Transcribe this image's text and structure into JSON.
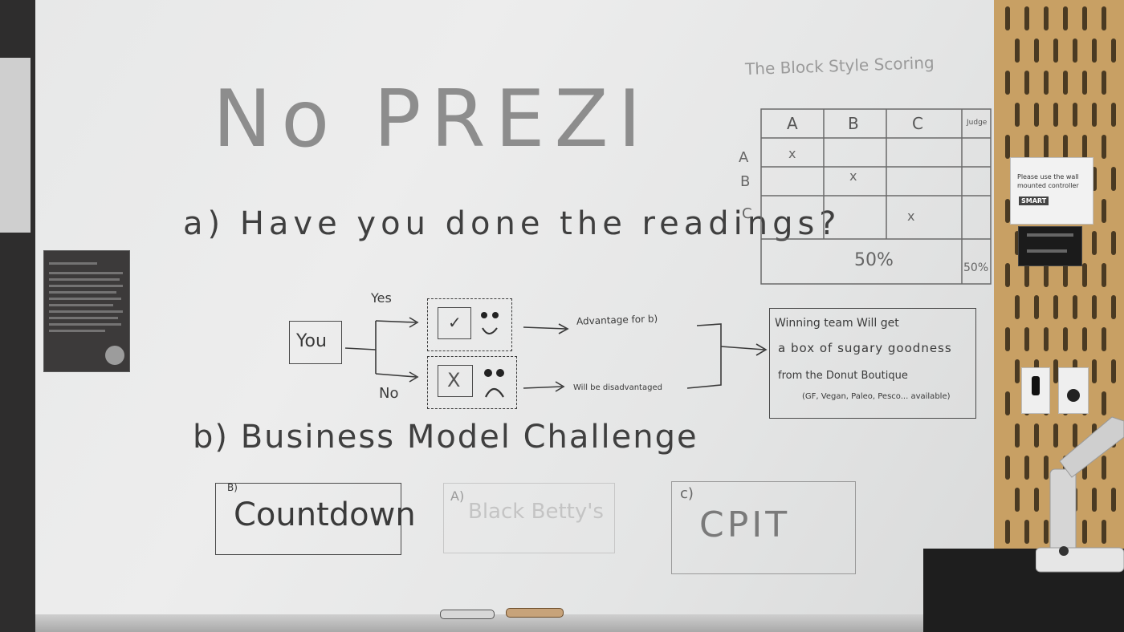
{
  "board": {
    "title": "No PREZI",
    "scoring_title": "The Block Style Scoring",
    "question_a": "a) Have you done the readings?",
    "flow": {
      "start": "You",
      "yes_label": "Yes",
      "no_label": "No",
      "yes_box_check": "✓",
      "no_box_cross": "X",
      "yes_result": "Advantage for b)",
      "no_result": "Will be disadvantaged",
      "prize_lines": [
        "Winning team Will get",
        "a box of sugary goodness",
        "from the Donut Boutique",
        "(GF, Vegan, Paleo, Pesco... available)"
      ]
    },
    "section_b": "b) Business Model Challenge",
    "teams": [
      {
        "tag": "B)",
        "name": "Countdown"
      },
      {
        "tag": "A)",
        "name": "Black Betty's"
      },
      {
        "tag": "c)",
        "name": "CPIT"
      }
    ]
  },
  "scoring_table": {
    "columns": [
      "A",
      "B",
      "C",
      "Judge"
    ],
    "rows": [
      "A",
      "B",
      "C"
    ],
    "marks": [
      "x",
      "x",
      "x"
    ],
    "footer_left": "50%",
    "footer_right": "50%"
  },
  "notice": {
    "text": "Please use the wall mounted controller",
    "brand": "SMART"
  }
}
